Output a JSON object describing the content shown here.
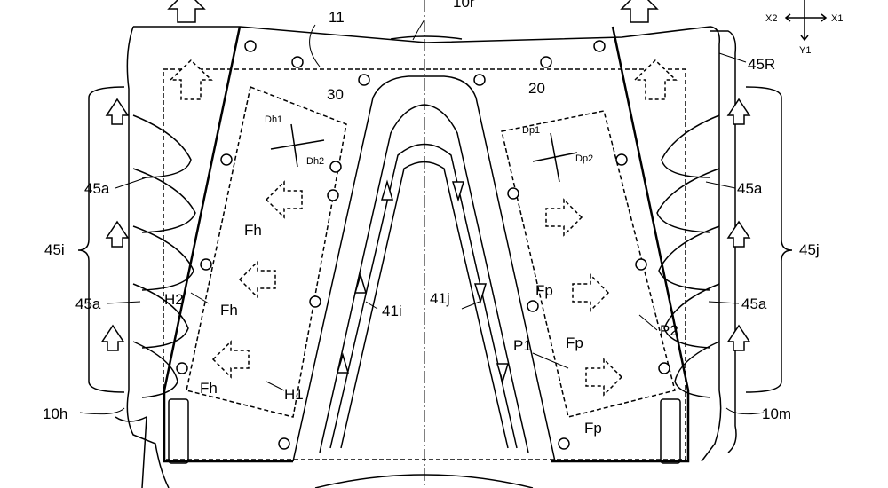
{
  "labels": {
    "ref_11": "11",
    "ref_10r": "10r",
    "ref_45R": "45R",
    "ref_30": "30",
    "ref_20": "20",
    "dh1": "Dh1",
    "dh2": "Dh2",
    "dp1": "Dp1",
    "dp2": "Dp2",
    "ref_45a_left_top": "45a",
    "ref_45a_left_bottom": "45a",
    "ref_45a_right_top": "45a",
    "ref_45a_right_bottom": "45a",
    "ref_45i": "45i",
    "ref_45j": "45j",
    "fh_1": "Fh",
    "fh_2": "Fh",
    "fh_3": "Fh",
    "fp_1": "Fp",
    "fp_2": "Fp",
    "fp_3": "Fp",
    "h1": "H1",
    "h2": "H2",
    "p1": "P1",
    "p2": "P2",
    "ref_41i": "41i",
    "ref_41j": "41j",
    "ref_10h": "10h",
    "ref_10m": "10m"
  },
  "axes": {
    "x1": "X1",
    "x2": "X2",
    "y1": "Y1"
  }
}
